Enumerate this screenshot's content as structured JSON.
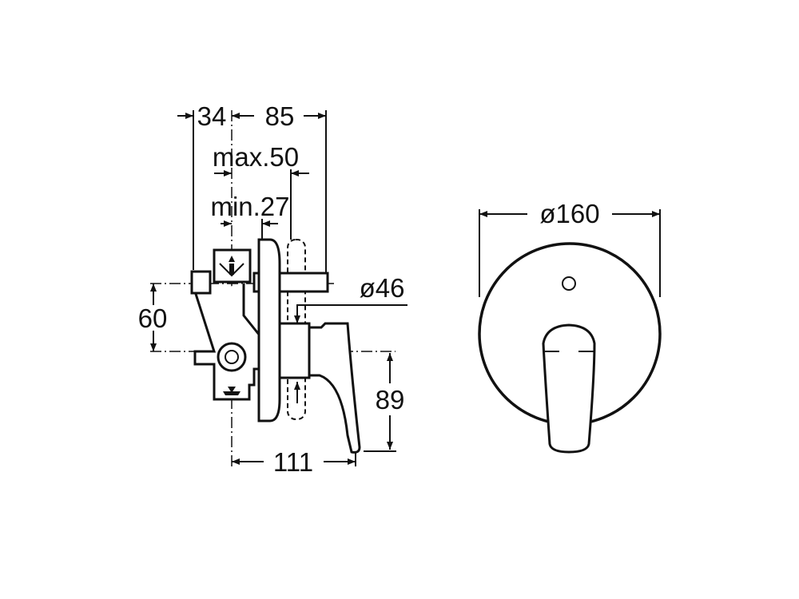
{
  "diagram": {
    "side_view": {
      "dimensions": {
        "d34": "34",
        "d85": "85",
        "max50": "max.50",
        "min27": "min.27",
        "dia46": "ø46",
        "d60": "60",
        "d89": "89",
        "d111": "111"
      }
    },
    "front_view": {
      "dimensions": {
        "dia160": "ø160"
      }
    },
    "colors": {
      "line": "#111111",
      "background": "#ffffff"
    }
  }
}
